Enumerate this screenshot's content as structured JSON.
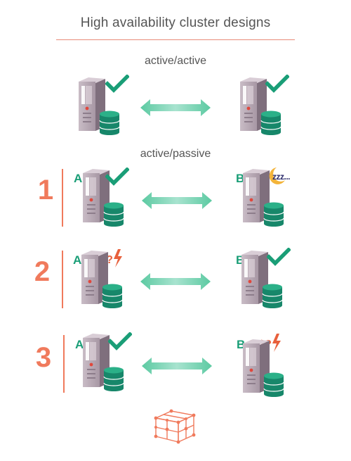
{
  "title": "High availability cluster designs",
  "sections": {
    "active_active": {
      "label": "active/active"
    },
    "active_passive": {
      "label": "active/passive"
    }
  },
  "scenarios": [
    {
      "number": "1",
      "left_label": "A",
      "right_label": "B",
      "left_state": "check",
      "right_state": "sleeping",
      "sleep_text": "zzz..."
    },
    {
      "number": "2",
      "left_label": "A",
      "right_label": "B",
      "left_state": "alarm",
      "right_state": "check"
    },
    {
      "number": "3",
      "left_label": "A",
      "right_label": "B",
      "left_state": "check",
      "right_state": "alarm"
    }
  ],
  "alarm_symbols": "#!$?",
  "colors": {
    "accent_green": "#1a9e77",
    "accent_orange": "#f07a5c",
    "server_body": "#9a8a98",
    "database": "#17876a",
    "arrow": "#8fd6bc",
    "text": "#555555"
  },
  "icons": [
    "server-icon",
    "database-icon",
    "checkmark-icon",
    "bidirectional-arrow-icon",
    "sleeping-moon-icon",
    "alarm-symbols-icon",
    "network-cube-logo"
  ]
}
